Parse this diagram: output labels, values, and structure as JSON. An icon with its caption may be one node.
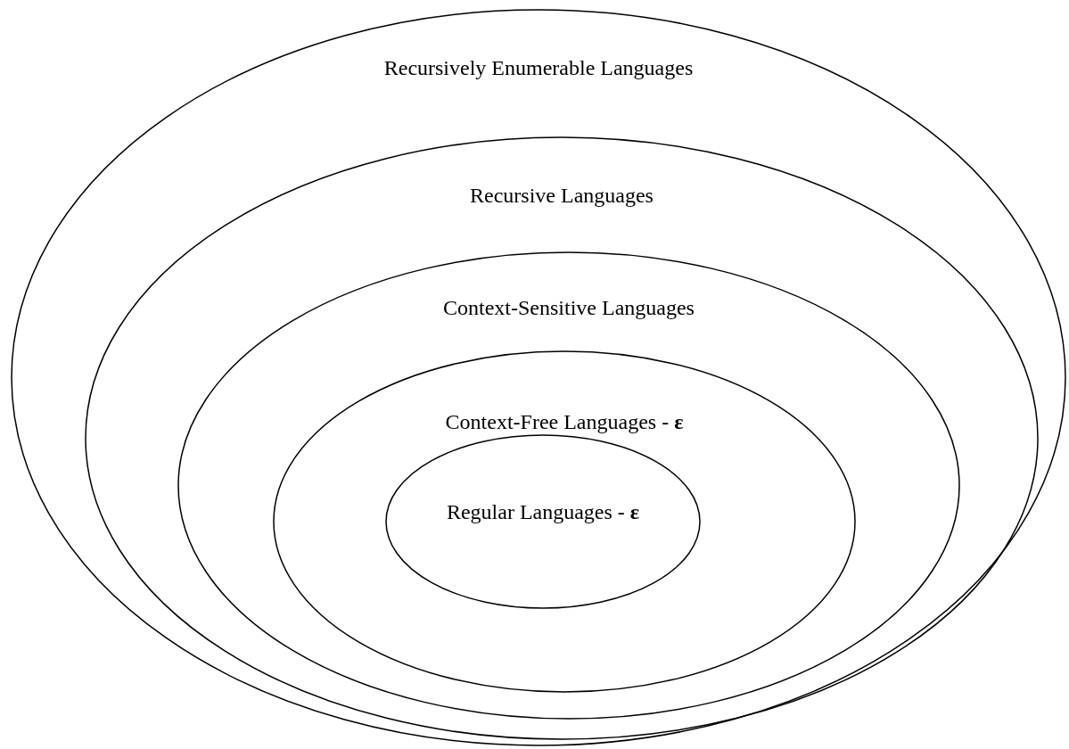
{
  "diagram": {
    "nodes": [
      {
        "text": [
          "Recursively Enumerable Languages"
        ]
      },
      {
        "text": [
          "Recursive Languages"
        ],
        "in": 0
      },
      {
        "text": [
          "Context-Sensitive Languages"
        ],
        "in": 1
      },
      {
        "text": [
          "Context-Free Languages - **ε**"
        ],
        "in": 2
      },
      {
        "text": [
          "Regular Languages - **ε**"
        ],
        "in": 3
      }
    ]
  }
}
